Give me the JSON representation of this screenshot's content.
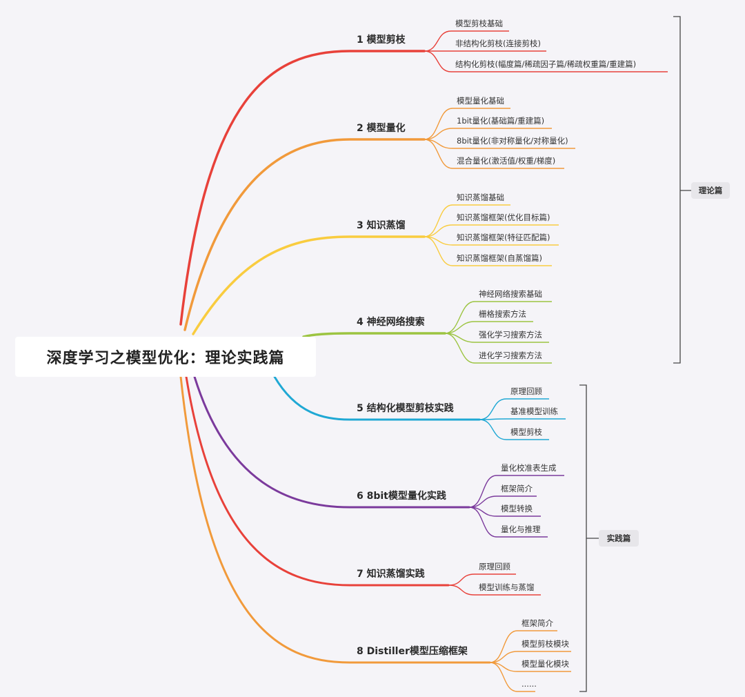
{
  "root": {
    "title": "深度学习之模型优化：理论实践篇"
  },
  "branches": [
    {
      "label": "1 模型剪枝",
      "color": "#e8413a",
      "leaves": [
        "模型剪枝基础",
        "非结构化剪枝(连接剪枝)",
        "结构化剪枝(幅度篇/稀疏因子篇/稀疏权重篇/重建篇)"
      ]
    },
    {
      "label": "2 模型量化",
      "color": "#f19a3b",
      "leaves": [
        "模型量化基础",
        "1bit量化(基础篇/重建篇)",
        "8bit量化(非对称量化/对称量化)",
        "混合量化(激活值/权重/梯度)"
      ]
    },
    {
      "label": "3 知识蒸馏",
      "color": "#f9cc3f",
      "leaves": [
        "知识蒸馏基础",
        "知识蒸馏框架(优化目标篇)",
        "知识蒸馏框架(特征匹配篇)",
        "知识蒸馏框架(自蒸馏篇)"
      ]
    },
    {
      "label": "4 神经网络搜索",
      "color": "#9cc441",
      "leaves": [
        "神经网络搜索基础",
        "栅格搜索方法",
        "强化学习搜索方法",
        "进化学习搜索方法"
      ]
    },
    {
      "label": "5 结构化模型剪枝实践",
      "color": "#1fa8d4",
      "leaves": [
        "原理回顾",
        "基准模型训练",
        "模型剪枝"
      ]
    },
    {
      "label": "6 8bit模型量化实践",
      "color": "#7b3a9c",
      "leaves": [
        "量化校准表生成",
        "框架简介",
        "模型转换",
        "量化与推理"
      ]
    },
    {
      "label": "7 知识蒸馏实践",
      "color": "#e8413a",
      "leaves": [
        "原理回顾",
        "模型训练与蒸馏"
      ]
    },
    {
      "label": "8 Distiller模型压缩框架",
      "color": "#f19a3b",
      "leaves": [
        "框架简介",
        "模型剪枝模块",
        "模型量化模块",
        "......"
      ]
    }
  ],
  "groups": [
    {
      "label": "理论篇"
    },
    {
      "label": "实践篇"
    }
  ]
}
